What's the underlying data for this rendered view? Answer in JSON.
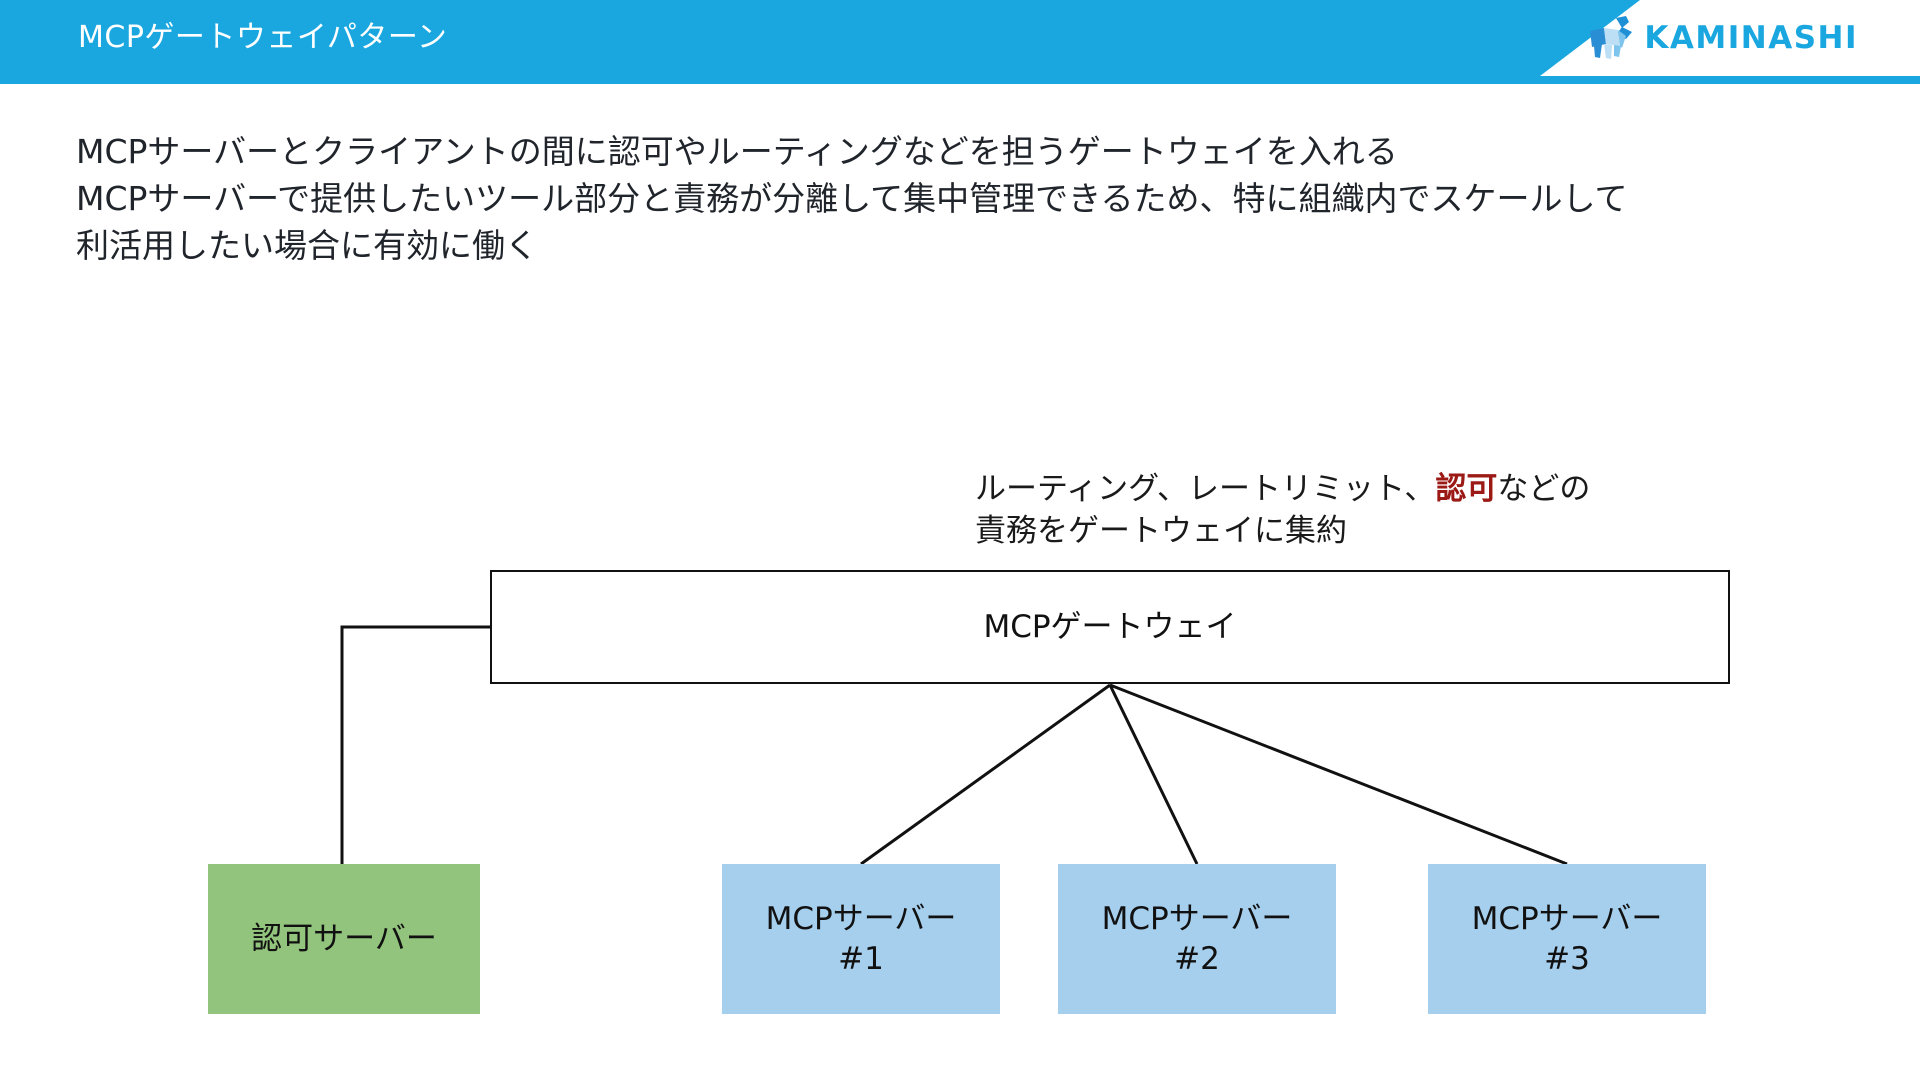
{
  "header": {
    "title": "MCPゲートウェイパターン",
    "brand": "KAMINASHI",
    "brand_icon": "goat-logo-icon",
    "bar_color": "#1aa7e0",
    "brand_color": "#1aa7e0"
  },
  "body": {
    "lines": [
      "MCPサーバーとクライアントの間に認可やルーティングなどを担うゲートウェイを入れる",
      "MCPサーバーで提供したいツール部分と責務が分離して集中管理できるため、特に組織内でスケールして",
      "利活用したい場合に有効に働く"
    ]
  },
  "diagram": {
    "annotation": {
      "line1_before": "ルーティング、レートリミット、",
      "line1_highlight": "認可",
      "line1_after": "などの",
      "line2": "責務をゲートウェイに集約",
      "highlight_color": "#9c1a16"
    },
    "nodes": {
      "gateway": {
        "label": "MCPゲートウェイ",
        "fill": "#ffffff",
        "stroke": "#111111"
      },
      "auth_server": {
        "label": "認可サーバー",
        "fill": "#93c47d"
      },
      "servers": [
        {
          "label": "MCPサーバー\n#1",
          "fill": "#a6cfee"
        },
        {
          "label": "MCPサーバー\n#2",
          "fill": "#a6cfee"
        },
        {
          "label": "MCPサーバー\n#3",
          "fill": "#a6cfee"
        }
      ]
    },
    "connector_color": "#111111"
  }
}
